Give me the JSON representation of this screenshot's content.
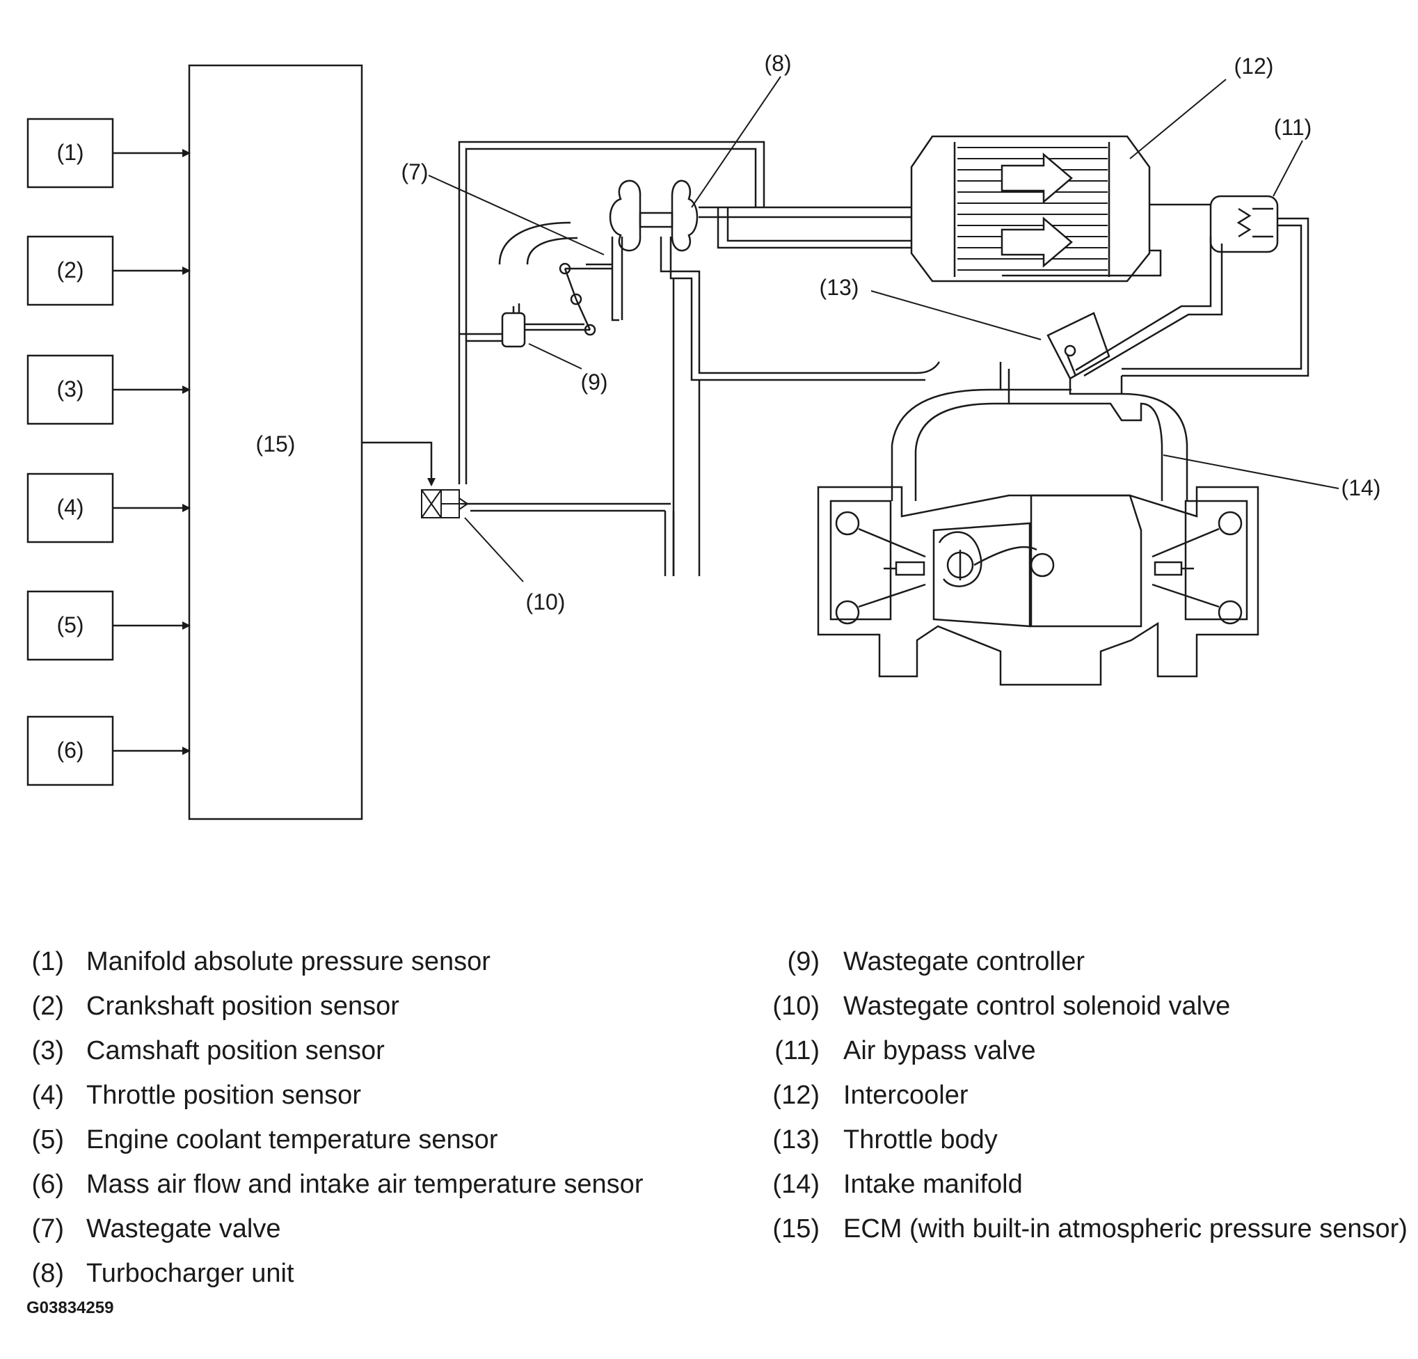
{
  "diagram": {
    "sensor_boxes": [
      "(1)",
      "(2)",
      "(3)",
      "(4)",
      "(5)",
      "(6)"
    ],
    "ecm_label": "(15)",
    "callouts": {
      "c7": "(7)",
      "c8": "(8)",
      "c9": "(9)",
      "c10": "(10)",
      "c11": "(11)",
      "c12": "(12)",
      "c13": "(13)",
      "c14": "(14)"
    }
  },
  "legend": {
    "left": [
      {
        "num": "(1)",
        "text": "Manifold absolute pressure sensor"
      },
      {
        "num": "(2)",
        "text": "Crankshaft position sensor"
      },
      {
        "num": "(3)",
        "text": "Camshaft position sensor"
      },
      {
        "num": "(4)",
        "text": "Throttle position sensor"
      },
      {
        "num": "(5)",
        "text": "Engine coolant temperature sensor"
      },
      {
        "num": "(6)",
        "text": "Mass air flow and intake air temperature sensor"
      },
      {
        "num": "(7)",
        "text": "Wastegate valve"
      },
      {
        "num": "(8)",
        "text": "Turbocharger unit"
      }
    ],
    "right": [
      {
        "num": "(9)",
        "text": "Wastegate controller"
      },
      {
        "num": "(10)",
        "text": "Wastegate control solenoid valve"
      },
      {
        "num": "(11)",
        "text": "Air bypass valve"
      },
      {
        "num": "(12)",
        "text": "Intercooler"
      },
      {
        "num": "(13)",
        "text": "Throttle body"
      },
      {
        "num": "(14)",
        "text": "Intake manifold"
      },
      {
        "num": "(15)",
        "text": "ECM (with built-in atmospheric pressure sensor)"
      }
    ]
  },
  "figure_id": "G03834259"
}
